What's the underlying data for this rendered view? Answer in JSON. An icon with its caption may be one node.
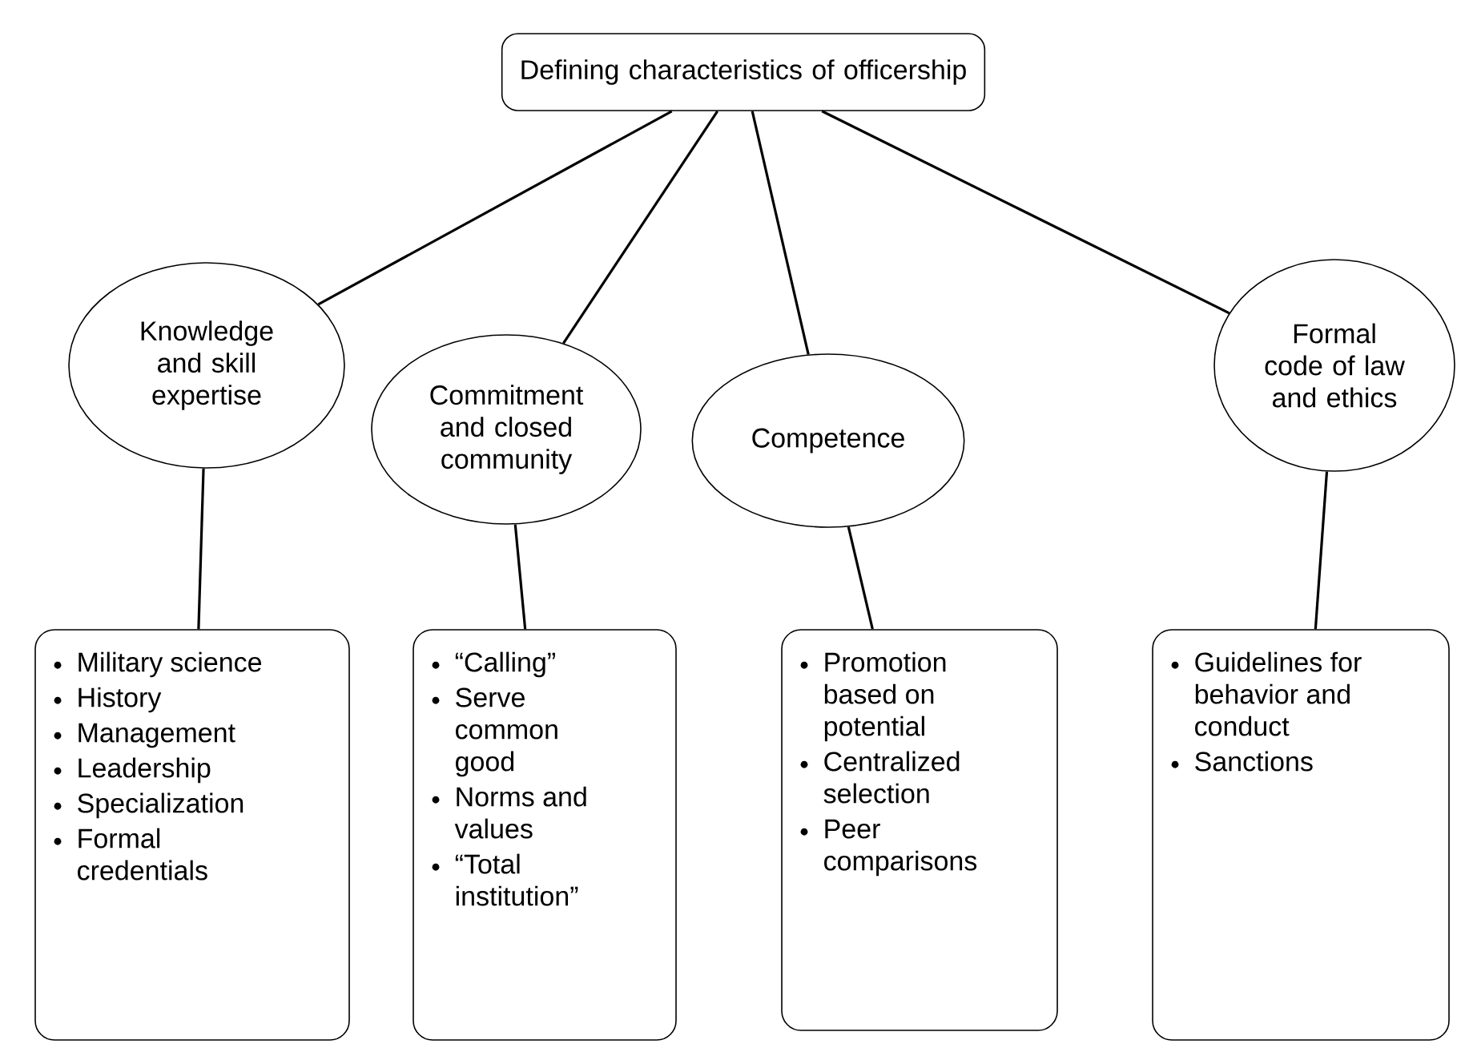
{
  "diagram": {
    "nodes": [
      {
        "text": [
          "Defining characteristics of officership"
        ]
      },
      {
        "text": [
          "Knowledge and skill expertise"
        ]
      },
      {
        "text": [
          "Commitment and closed community"
        ]
      },
      {
        "text": [
          "Competence"
        ]
      },
      {
        "text": [
          "Formal code of law and ethics"
        ]
      },
      {
        "text": [
          "Military science",
          "History",
          "Management",
          "Leadership",
          "Specialization",
          "Formal credentials"
        ]
      },
      {
        "text": [
          "“Calling”",
          "Serve common good",
          "Norms and values",
          "“Total institution”"
        ]
      },
      {
        "text": [
          "Promotion based on potential",
          "Centralized selection",
          "Peer comparisons"
        ]
      },
      {
        "text": [
          "Guidelines for behavior and conduct",
          "Sanctions"
        ]
      }
    ],
    "edges": [
      {
        "from": 0,
        "to": 1,
        "arrow": "none"
      },
      {
        "from": 0,
        "to": 2,
        "arrow": "none"
      },
      {
        "from": 0,
        "to": 3,
        "arrow": "none"
      },
      {
        "from": 0,
        "to": 4,
        "arrow": "none"
      },
      {
        "from": 1,
        "to": 5,
        "arrow": "none"
      },
      {
        "from": 2,
        "to": 6,
        "arrow": "none"
      },
      {
        "from": 3,
        "to": 7,
        "arrow": "none"
      },
      {
        "from": 4,
        "to": 8,
        "arrow": "none"
      }
    ]
  }
}
